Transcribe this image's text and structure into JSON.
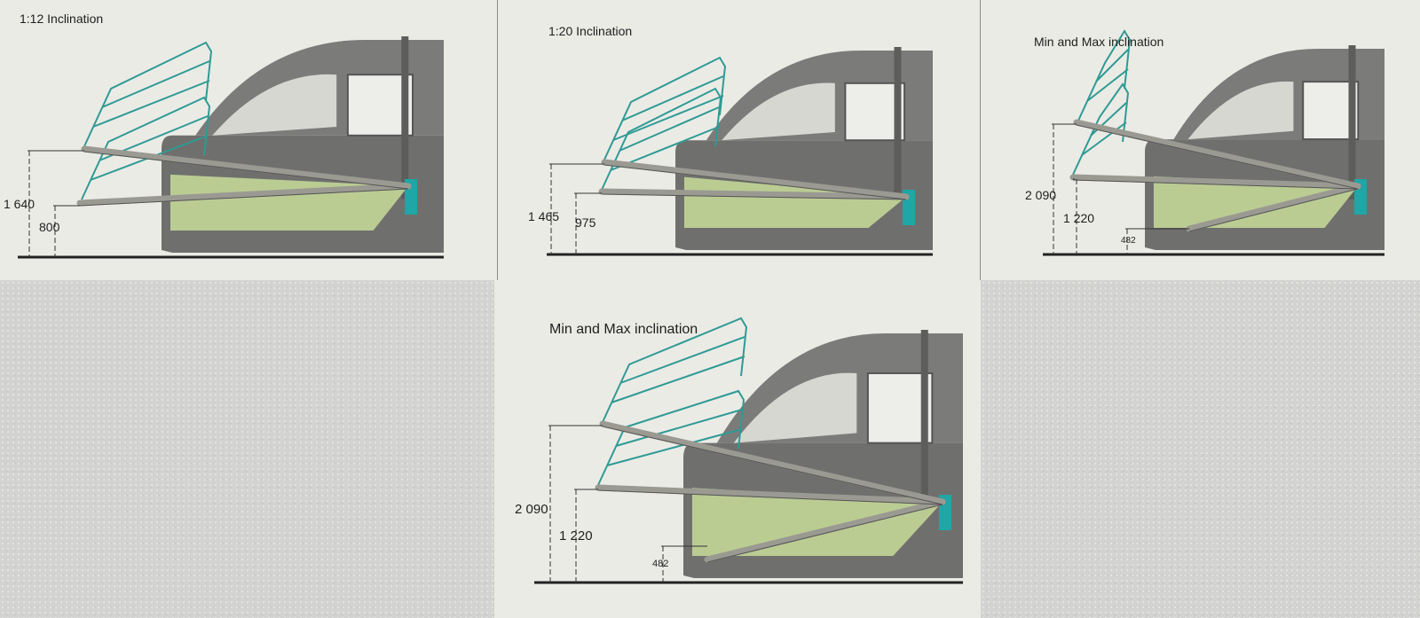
{
  "panels": [
    {
      "title": "1:12 Inclination",
      "dims": [
        "1 640",
        "800"
      ]
    },
    {
      "title": "1:20 Inclination",
      "dims": [
        "1 465",
        "975"
      ]
    },
    {
      "title": "Min and Max inclination",
      "dims": [
        "2 090",
        "1 220",
        "482"
      ]
    },
    {
      "title": "Min and Max inclination",
      "dims": [
        "2 090",
        "1 220",
        "482"
      ]
    }
  ],
  "colors": {
    "bus": "#6f706e",
    "railing": "#2f9a94",
    "ramp_fill": "#c9dc9a",
    "ramp": "#9a9a92",
    "background": "#ebebe6"
  }
}
